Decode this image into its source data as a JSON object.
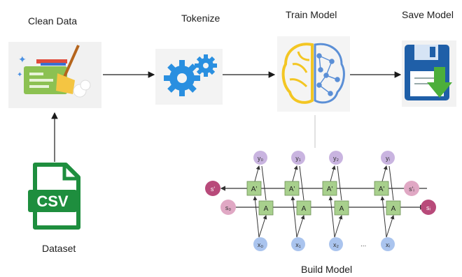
{
  "steps": {
    "clean": "Clean Data",
    "tokenize": "Tokenize",
    "train": "Train Model",
    "save": "Save Model",
    "dataset": "Dataset",
    "build": "Build Model"
  },
  "csv_text": "CSV",
  "rnn": {
    "fwd_cell": "A",
    "bwd_cell": "A'",
    "ellipsis": "...",
    "s_left_bwd": "s'",
    "s_left_fwd": "s₀",
    "s_right_bwd": "s'ᵢ",
    "s_right_fwd": "sᵢ",
    "y": [
      "y₀",
      "y₁",
      "y₂",
      "yᵢ"
    ],
    "x": [
      "x₀",
      "x₁",
      "x₂",
      "xᵢ"
    ]
  },
  "colors": {
    "arrow": "#1a1a1a",
    "csv_green": "#1e8e3e",
    "gear_blue": "#2a8fe0",
    "brain_left": "#f3c623",
    "brain_right": "#5b8fd6",
    "disk_blue": "#1f5fa8",
    "disk_arrow": "#4caf3b",
    "cell_fill": "#a8d08d",
    "node_purple": "#c9b4e0",
    "node_blue": "#aac4ee",
    "node_pink": "#b84a7a"
  }
}
